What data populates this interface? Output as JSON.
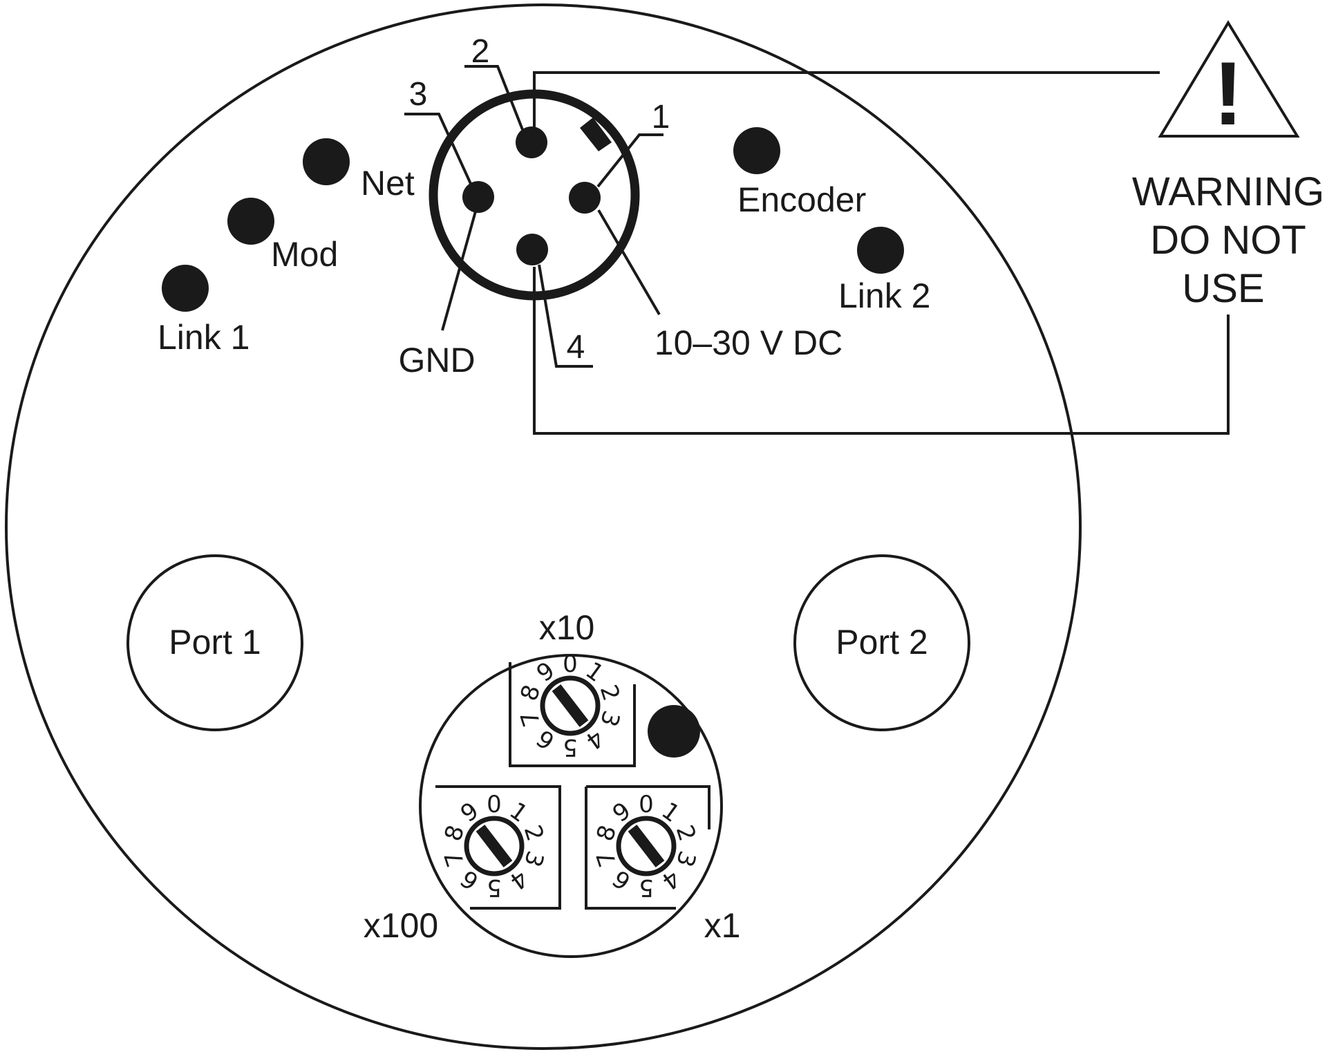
{
  "leds": {
    "net": "Net",
    "mod": "Mod",
    "link1": "Link 1",
    "encoder": "Encoder",
    "link2": "Link 2"
  },
  "connector": {
    "pin1": "1",
    "pin2": "2",
    "pin3": "3",
    "pin4": "4",
    "gnd": "GND",
    "power": "10–30 V DC"
  },
  "warning": {
    "mark": "!",
    "lines": [
      "WARNING",
      "DO NOT",
      "USE"
    ]
  },
  "ports": {
    "port1": "Port 1",
    "port2": "Port 2"
  },
  "switches": {
    "x10": "x10",
    "x100": "x100",
    "x1": "x1",
    "digits": [
      "0",
      "1",
      "2",
      "3",
      "4",
      "5",
      "6",
      "7",
      "8",
      "9"
    ]
  },
  "colors": {
    "ink": "#1a1a1a",
    "background": "#ffffff"
  }
}
